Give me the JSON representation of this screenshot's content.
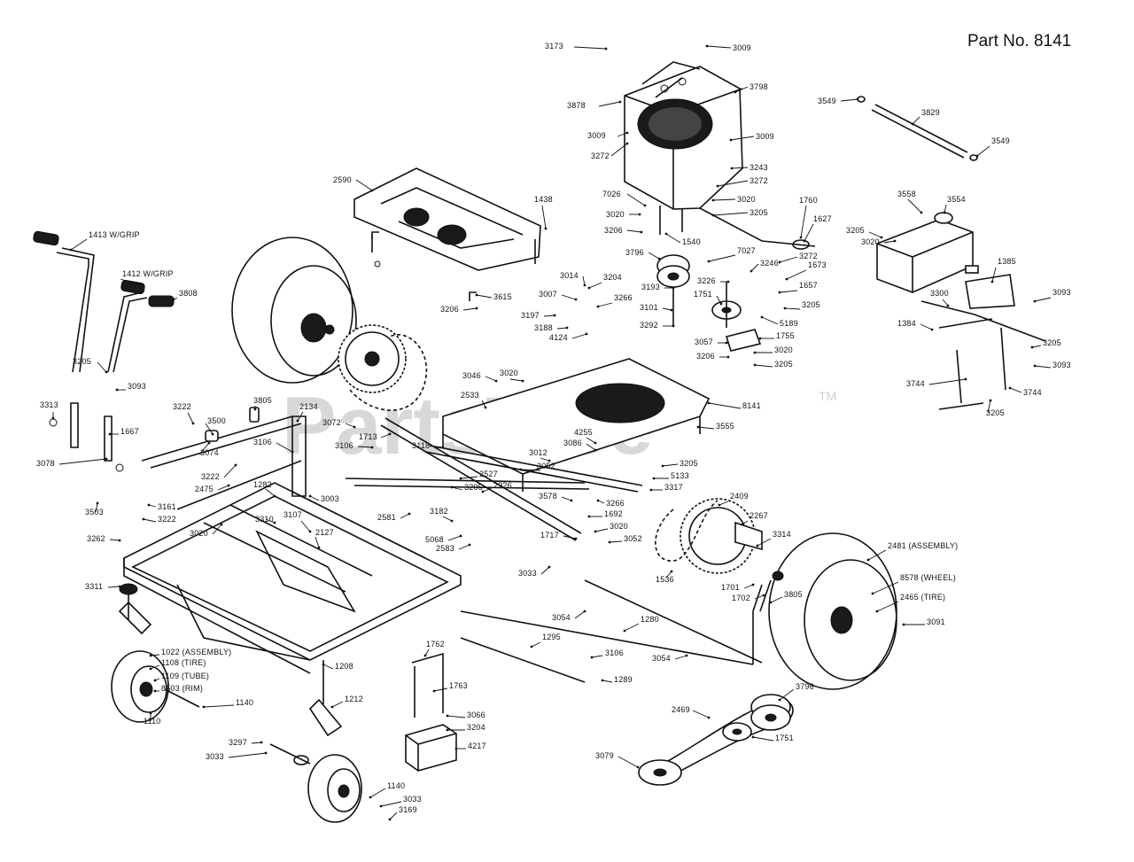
{
  "header": {
    "part_number_label": "Part No. 8141"
  },
  "watermark": {
    "text": "PartsTree",
    "trademark": "TM"
  },
  "callouts": [
    {
      "id": "3173",
      "label": "3173"
    },
    {
      "id": "3009a",
      "label": "3009"
    },
    {
      "id": "3798",
      "label": "3798"
    },
    {
      "id": "3878",
      "label": "3878"
    },
    {
      "id": "3009b",
      "label": "3009"
    },
    {
      "id": "3009c",
      "label": "3009"
    },
    {
      "id": "3272a",
      "label": "3272"
    },
    {
      "id": "3243",
      "label": "3243"
    },
    {
      "id": "3272b",
      "label": "3272"
    },
    {
      "id": "3020a",
      "label": "3020"
    },
    {
      "id": "3205a",
      "label": "3205"
    },
    {
      "id": "1760",
      "label": "1760"
    },
    {
      "id": "1627",
      "label": "1627"
    },
    {
      "id": "3549a",
      "label": "3549"
    },
    {
      "id": "3829",
      "label": "3829"
    },
    {
      "id": "3549b",
      "label": "3549"
    },
    {
      "id": "3558",
      "label": "3558"
    },
    {
      "id": "3554",
      "label": "3554"
    },
    {
      "id": "3205b",
      "label": "3205"
    },
    {
      "id": "3020b",
      "label": "3020"
    },
    {
      "id": "2590",
      "label": "2590"
    },
    {
      "id": "1438",
      "label": "1438"
    },
    {
      "id": "7026",
      "label": "7026"
    },
    {
      "id": "3020c",
      "label": "3020"
    },
    {
      "id": "3206a",
      "label": "3206"
    },
    {
      "id": "1540",
      "label": "1540"
    },
    {
      "id": "3796a",
      "label": "3796"
    },
    {
      "id": "7027",
      "label": "7027"
    },
    {
      "id": "3272c",
      "label": "3272"
    },
    {
      "id": "3246",
      "label": "3246"
    },
    {
      "id": "1673",
      "label": "1673"
    },
    {
      "id": "1385",
      "label": "1385"
    },
    {
      "id": "3093a",
      "label": "3093"
    },
    {
      "id": "1413",
      "label": "1413 W/GRIP"
    },
    {
      "id": "1412",
      "label": "1412 W/GRIP"
    },
    {
      "id": "3808",
      "label": "3808"
    },
    {
      "id": "3206b",
      "label": "3206"
    },
    {
      "id": "3615",
      "label": "3615"
    },
    {
      "id": "3014",
      "label": "3014"
    },
    {
      "id": "3007",
      "label": "3007"
    },
    {
      "id": "3204a",
      "label": "3204"
    },
    {
      "id": "3266a",
      "label": "3266"
    },
    {
      "id": "3197",
      "label": "3197"
    },
    {
      "id": "3188",
      "label": "3188"
    },
    {
      "id": "4124",
      "label": "4124"
    },
    {
      "id": "3193",
      "label": "3193"
    },
    {
      "id": "3101",
      "label": "3101"
    },
    {
      "id": "3292",
      "label": "3292"
    },
    {
      "id": "3226",
      "label": "3226"
    },
    {
      "id": "1751a",
      "label": "1751"
    },
    {
      "id": "1657",
      "label": "1657"
    },
    {
      "id": "3205c",
      "label": "3205"
    },
    {
      "id": "5189",
      "label": "5189"
    },
    {
      "id": "1755",
      "label": "1755"
    },
    {
      "id": "3057",
      "label": "3057"
    },
    {
      "id": "3020d",
      "label": "3020"
    },
    {
      "id": "3206c",
      "label": "3206"
    },
    {
      "id": "3205d",
      "label": "3205"
    },
    {
      "id": "3300",
      "label": "3300"
    },
    {
      "id": "1384",
      "label": "1384"
    },
    {
      "id": "3205e",
      "label": "3205"
    },
    {
      "id": "3093b",
      "label": "3093"
    },
    {
      "id": "3744a",
      "label": "3744"
    },
    {
      "id": "3744b",
      "label": "3744"
    },
    {
      "id": "3205f",
      "label": "3205"
    },
    {
      "id": "3205g",
      "label": "3205"
    },
    {
      "id": "3093c",
      "label": "3093"
    },
    {
      "id": "3313",
      "label": "3313"
    },
    {
      "id": "1667",
      "label": "1667"
    },
    {
      "id": "3078",
      "label": "3078"
    },
    {
      "id": "3222a",
      "label": "3222"
    },
    {
      "id": "3500",
      "label": "3500"
    },
    {
      "id": "3074",
      "label": "3074"
    },
    {
      "id": "3805a",
      "label": "3805"
    },
    {
      "id": "2134",
      "label": "2134"
    },
    {
      "id": "3106a",
      "label": "3106"
    },
    {
      "id": "3072",
      "label": "3072"
    },
    {
      "id": "3046",
      "label": "3046"
    },
    {
      "id": "3020e",
      "label": "3020"
    },
    {
      "id": "2533",
      "label": "2533"
    },
    {
      "id": "8141",
      "label": "8141"
    },
    {
      "id": "3555",
      "label": "3555"
    },
    {
      "id": "1713",
      "label": "1713"
    },
    {
      "id": "3106b",
      "label": "3106"
    },
    {
      "id": "3118",
      "label": "3118"
    },
    {
      "id": "4255",
      "label": "4255"
    },
    {
      "id": "3086",
      "label": "3086"
    },
    {
      "id": "3012",
      "label": "3012"
    },
    {
      "id": "3052a",
      "label": "3052"
    },
    {
      "id": "3205h",
      "label": "3205"
    },
    {
      "id": "5133",
      "label": "5133"
    },
    {
      "id": "3317",
      "label": "3317"
    },
    {
      "id": "3222b",
      "label": "3222"
    },
    {
      "id": "1282",
      "label": "1282"
    },
    {
      "id": "3003",
      "label": "3003"
    },
    {
      "id": "2527",
      "label": "2527"
    },
    {
      "id": "3205i",
      "label": "3205"
    },
    {
      "id": "2926",
      "label": "2926"
    },
    {
      "id": "2475",
      "label": "2475"
    },
    {
      "id": "3161",
      "label": "3161"
    },
    {
      "id": "3222c",
      "label": "3222"
    },
    {
      "id": "3503",
      "label": "3503"
    },
    {
      "id": "3020f",
      "label": "3020"
    },
    {
      "id": "3310",
      "label": "3310"
    },
    {
      "id": "3107",
      "label": "3107"
    },
    {
      "id": "2581",
      "label": "2581"
    },
    {
      "id": "3182",
      "label": "3182"
    },
    {
      "id": "3578",
      "label": "3578"
    },
    {
      "id": "3266b",
      "label": "3266"
    },
    {
      "id": "1692",
      "label": "1692"
    },
    {
      "id": "2409",
      "label": "2409"
    },
    {
      "id": "2267",
      "label": "2267"
    },
    {
      "id": "3262",
      "label": "3262"
    },
    {
      "id": "2127",
      "label": "2127"
    },
    {
      "id": "5068",
      "label": "5068"
    },
    {
      "id": "2583",
      "label": "2583"
    },
    {
      "id": "1717",
      "label": "1717"
    },
    {
      "id": "3020g",
      "label": "3020"
    },
    {
      "id": "3052b",
      "label": "3052"
    },
    {
      "id": "3314",
      "label": "3314"
    },
    {
      "id": "2481",
      "label": "2481 (ASSEMBLY)"
    },
    {
      "id": "3033a",
      "label": "3033"
    },
    {
      "id": "1536",
      "label": "1536"
    },
    {
      "id": "1701",
      "label": "1701"
    },
    {
      "id": "1702",
      "label": "1702"
    },
    {
      "id": "3805b",
      "label": "3805"
    },
    {
      "id": "8578",
      "label": "8578 (WHEEL)"
    },
    {
      "id": "2465",
      "label": "2465 (TIRE)"
    },
    {
      "id": "3311",
      "label": "3311"
    },
    {
      "id": "3054a",
      "label": "3054"
    },
    {
      "id": "1280",
      "label": "1280"
    },
    {
      "id": "3091",
      "label": "3091"
    },
    {
      "id": "1295",
      "label": "1295"
    },
    {
      "id": "1022",
      "label": "1022 (ASSEMBLY)"
    },
    {
      "id": "1108",
      "label": "1108 (TIRE)"
    },
    {
      "id": "1109",
      "label": "1109 (TUBE)"
    },
    {
      "id": "8503",
      "label": "8503 (RIM)"
    },
    {
      "id": "1208",
      "label": "1208"
    },
    {
      "id": "1762",
      "label": "1762"
    },
    {
      "id": "3106c",
      "label": "3106"
    },
    {
      "id": "3054b",
      "label": "3054"
    },
    {
      "id": "1289",
      "label": "1289"
    },
    {
      "id": "1763",
      "label": "1763"
    },
    {
      "id": "1140a",
      "label": "1140"
    },
    {
      "id": "1110",
      "label": "1110"
    },
    {
      "id": "1212",
      "label": "1212"
    },
    {
      "id": "3066",
      "label": "3066"
    },
    {
      "id": "3204b",
      "label": "3204"
    },
    {
      "id": "3796b",
      "label": "3796"
    },
    {
      "id": "2469",
      "label": "2469"
    },
    {
      "id": "1751b",
      "label": "1751"
    },
    {
      "id": "3297",
      "label": "3297"
    },
    {
      "id": "3033b",
      "label": "3033"
    },
    {
      "id": "4217",
      "label": "4217"
    },
    {
      "id": "3079",
      "label": "3079"
    },
    {
      "id": "1140b",
      "label": "1140"
    },
    {
      "id": "3033c",
      "label": "3033"
    },
    {
      "id": "3169",
      "label": "3169"
    }
  ]
}
